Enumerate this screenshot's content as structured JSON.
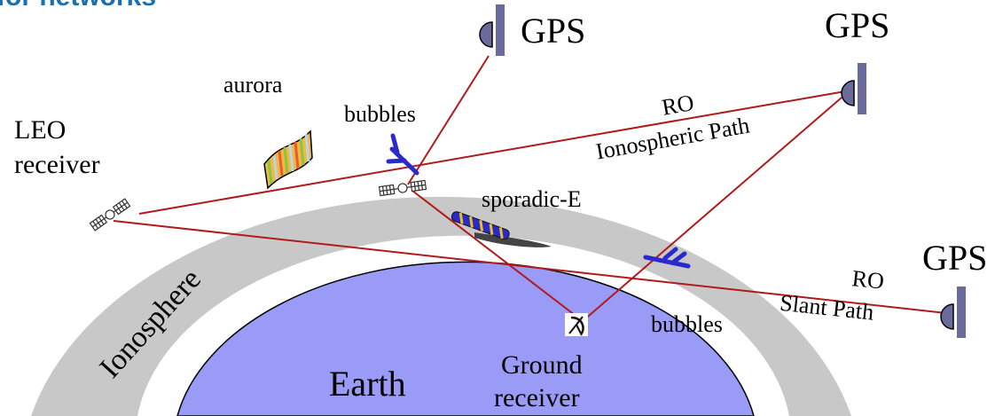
{
  "header_fragment": "for networks",
  "colors": {
    "header": "#1a6fb0",
    "earth": "#9a9af7",
    "ionosphere": "#c8c8c8",
    "signal_path": "#b11a1a",
    "bubbles": "#2a2acc",
    "gps_antenna": "#6a6a9c"
  },
  "labels": {
    "gps_top": "GPS",
    "gps_top_right": "GPS",
    "gps_right": "GPS",
    "aurora": "aurora",
    "bubbles_top": "bubbles",
    "bubbles_right": "bubbles",
    "leo_line1": "LEO",
    "leo_line2": "receiver",
    "ro_iono_line1": "RO",
    "ro_iono_line2": "Ionospheric Path",
    "sporadic_e": "sporadic-E",
    "ionosphere": "Ionosphere",
    "ro_slant_line1": "RO",
    "ro_slant_line2": "Slant Path",
    "earth": "Earth",
    "ground_line1": "Ground",
    "ground_line2": "receiver"
  },
  "icons": {
    "gps_satellite": "gps-satellite-icon",
    "leo_satellite": "leo-satellite-icon",
    "ground_antenna": "ground-antenna-icon",
    "aurora": "aurora-curtain-icon",
    "bubbles": "plasma-bubble-icon",
    "sporadic_e": "sporadic-e-layer-icon"
  }
}
